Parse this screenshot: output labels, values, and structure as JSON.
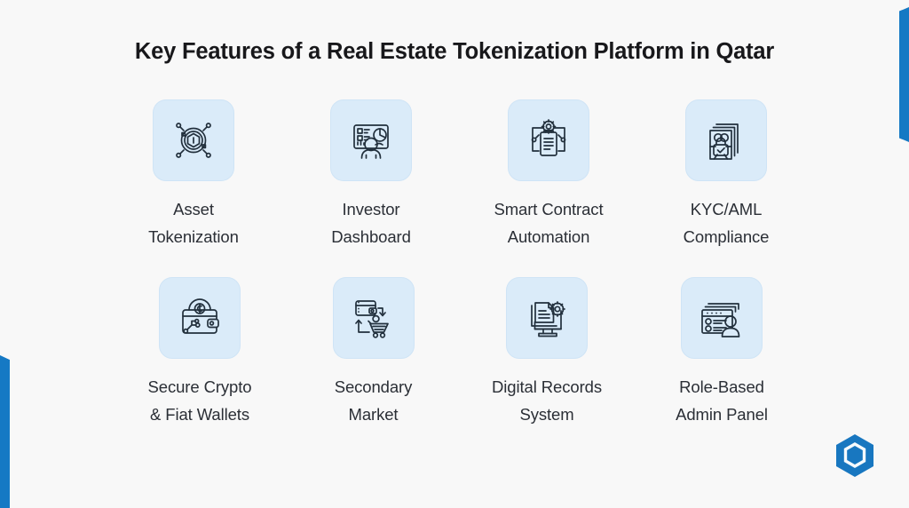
{
  "page": {
    "background_color": "#f8f8f8",
    "accent_color": "#1579c4",
    "tile_color": "#daebf9",
    "icon_color": "#22303d",
    "text_color": "#2b2f36"
  },
  "title": "Key Features of a Real Estate Tokenization Platform in Qatar",
  "features": [
    {
      "icon": "asset-tokenization-icon",
      "label": "Asset\nTokenization"
    },
    {
      "icon": "investor-dashboard-icon",
      "label": "Investor\nDashboard"
    },
    {
      "icon": "smart-contract-icon",
      "label": "Smart Contract\nAutomation"
    },
    {
      "icon": "kyc-aml-compliance-icon",
      "label": "KYC/AML\nCompliance"
    },
    {
      "icon": "crypto-fiat-wallet-icon",
      "label": "Secure Crypto\n& Fiat Wallets"
    },
    {
      "icon": "secondary-market-icon",
      "label": "Secondary\nMarket"
    },
    {
      "icon": "digital-records-icon",
      "label": "Digital Records\nSystem"
    },
    {
      "icon": "role-based-admin-icon",
      "label": "Role-Based\nAdmin Panel"
    }
  ],
  "logo": {
    "name": "hexagon-logo",
    "color": "#1579c4"
  }
}
